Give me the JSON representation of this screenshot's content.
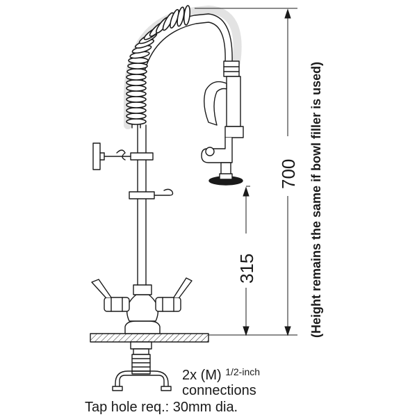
{
  "labels": {
    "height_overall": "700",
    "height_spout": "315",
    "height_note": "(Height remains the same if bowl filler is used)",
    "connections_prefix": "2x (M) ",
    "connections_fraction": "1/2-inch",
    "connections_suffix": "connections",
    "tap_hole": "Tap hole req.: 30mm dia."
  },
  "colors": {
    "stroke": "#1a1a1a",
    "fill": "#ffffff"
  }
}
